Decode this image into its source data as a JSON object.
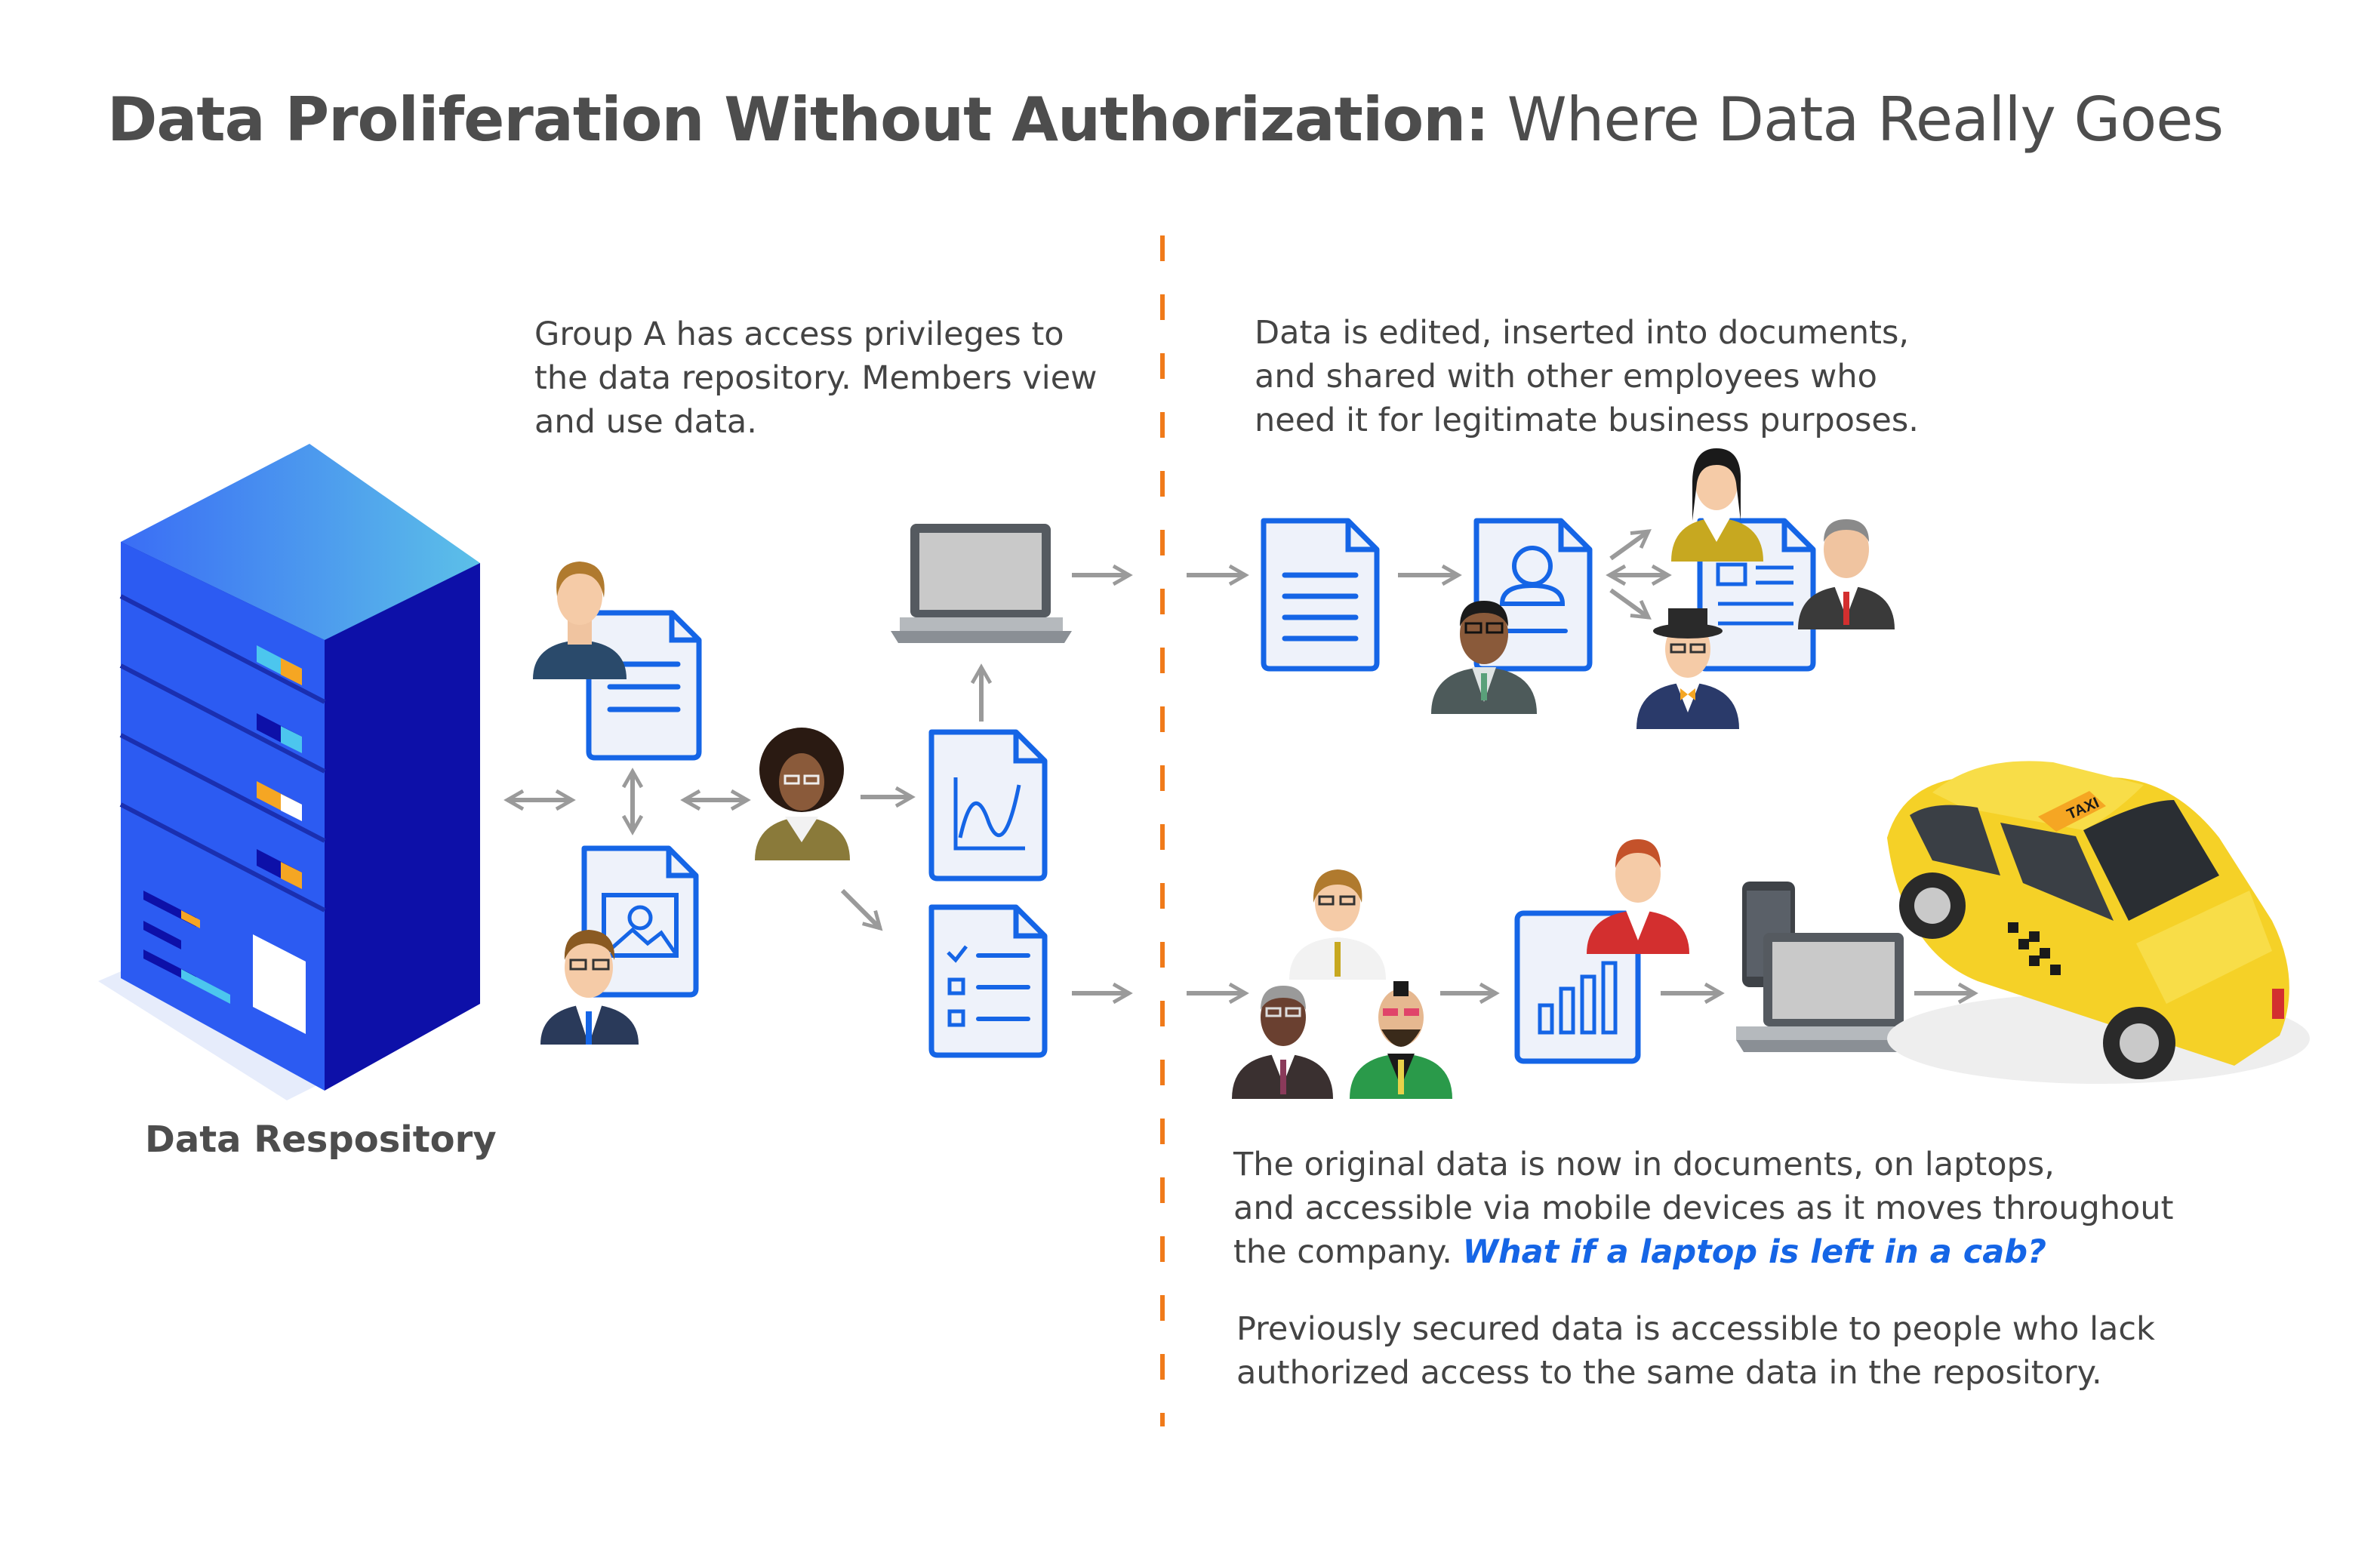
{
  "title": {
    "bold": "Data Proliferation Without Authorization:",
    "light": "Where Data Really Goes"
  },
  "repository": {
    "label": "Data Respository"
  },
  "group_a_text": {
    "line1": "Group A has access privileges to",
    "line2": "the data repository. Members view",
    "line3": "and use data."
  },
  "edited_text": {
    "line1": "Data is edited, inserted into documents,",
    "line2": "and shared with other employees who",
    "line3": "need it for legitimate business purposes."
  },
  "original_text": {
    "line1": "The original data is now in documents, on laptops,",
    "line2": "and accessible via mobile devices as it moves throughout",
    "line3_plain": "the company. ",
    "line3_highlight": "What if a laptop is left in a cab?"
  },
  "previously_text": {
    "line1": "Previously secured data is accessible to people who lack",
    "line2": "authorized access to the same data in the repository."
  },
  "taxi_sign": "TAXI",
  "colors": {
    "title": "#4d4d4d",
    "icon_blue": "#1565e6",
    "highlight": "#1565e6",
    "divider": "#f07a1a",
    "arrow": "#9a9a9a",
    "server_blue": "#2c5bf2",
    "server_dark": "#0d10a8",
    "taxi_yellow": "#f5d127"
  },
  "icons": [
    "server-icon",
    "document-icon",
    "image-document-icon",
    "chart-document-icon",
    "checklist-document-icon",
    "contact-document-icon",
    "bar-chart-document-icon",
    "laptop-icon",
    "phone-icon",
    "taxi-icon",
    "person-icon"
  ]
}
